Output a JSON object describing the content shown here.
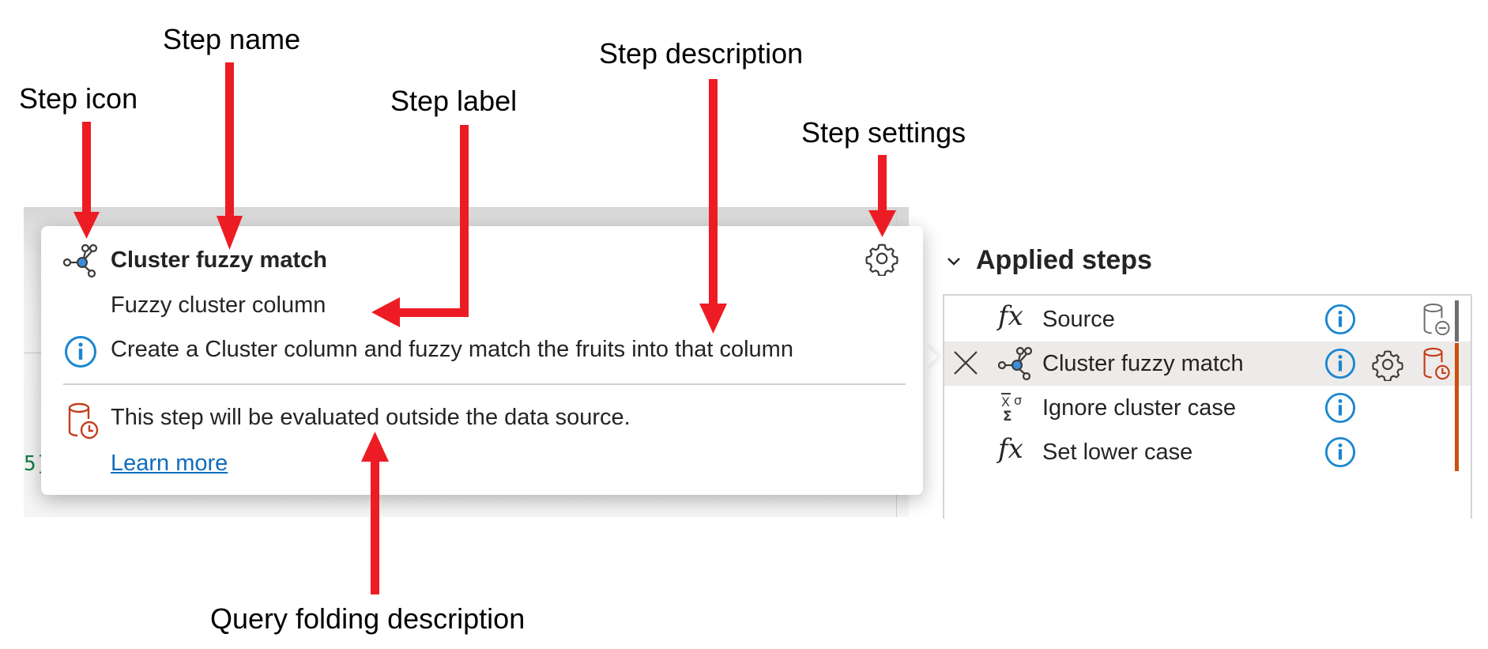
{
  "annotations": {
    "step_icon": "Step icon",
    "step_name": "Step name",
    "step_label": "Step label",
    "step_description": "Step description",
    "step_settings": "Step settings",
    "query_folding_description": "Query folding description",
    "arrow_color": "#ED1C24"
  },
  "background": {
    "code_fragment": "5]"
  },
  "popup": {
    "step_icon": "cluster-fuzzy-match-icon",
    "step_name": "Cluster fuzzy match",
    "step_label": "Fuzzy cluster column",
    "step_description": "Create a Cluster column and fuzzy match the fruits into that column",
    "folding_description": "This step will be evaluated outside the data source.",
    "learn_more": "Learn more",
    "settings_icon": "gear-icon"
  },
  "applied_steps": {
    "title": "Applied steps",
    "steps": [
      {
        "name": "Source",
        "icon": "fx-icon",
        "folding": "not-evaluated",
        "folding_color": "#6e6e6e",
        "selected": false
      },
      {
        "name": "Cluster fuzzy match",
        "icon": "cluster-icon",
        "folding": "evaluated-outside-source",
        "folding_color": "#c43e1c",
        "selected": true
      },
      {
        "name": "Ignore cluster case",
        "icon": "statistics-icon",
        "selected": false
      },
      {
        "name": "Set lower case",
        "icon": "fx-icon",
        "selected": false
      }
    ]
  },
  "colors": {
    "info": "#1a86d0",
    "link": "#0f6cbd",
    "folding_orange": "#ca5010"
  }
}
